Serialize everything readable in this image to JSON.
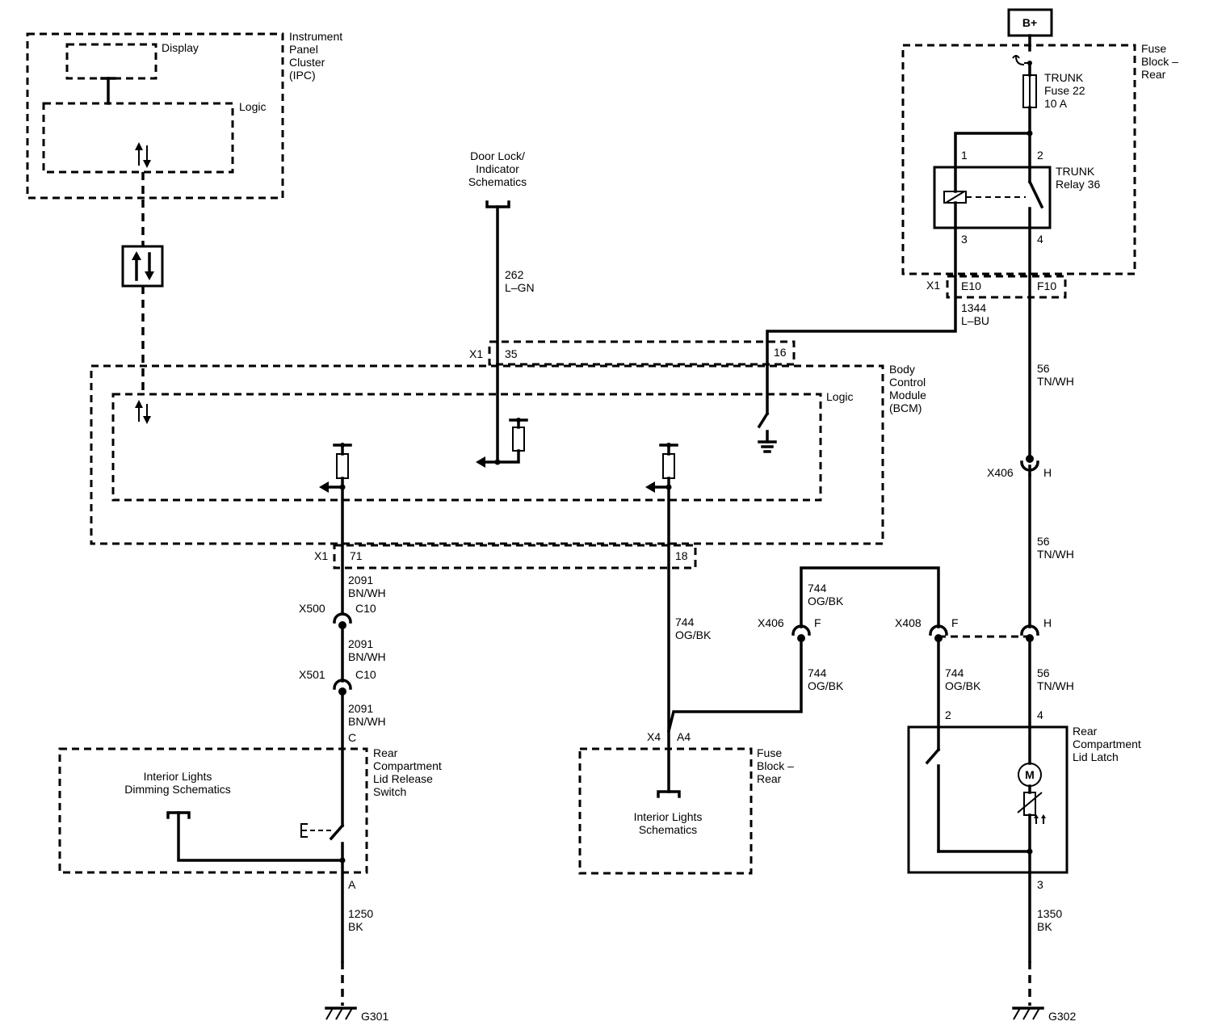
{
  "power": {
    "label": "B+"
  },
  "ipc": {
    "name": [
      "Instrument",
      "Panel",
      "Cluster",
      "(IPC)"
    ],
    "display_label": "Display",
    "logic_label": "Logic"
  },
  "door_lock": {
    "name": [
      "Door Lock/",
      "Indicator",
      "Schematics"
    ]
  },
  "bcm": {
    "name": [
      "Body",
      "Control",
      "Module",
      "(BCM)"
    ],
    "logic_label": "Logic"
  },
  "fuse_block_top": {
    "name": [
      "Fuse",
      "Block –",
      "Rear"
    ],
    "fuse_name": [
      "TRUNK",
      "Fuse 22",
      "10 A"
    ],
    "relay_name": [
      "TRUNK",
      "Relay 36"
    ],
    "relay_pins": {
      "p1": "1",
      "p2": "2",
      "p3": "3",
      "p4": "4"
    }
  },
  "connectors": {
    "x1_relay": "X1",
    "e10": "E10",
    "f10": "F10",
    "x1_bcm_top": "X1",
    "pin35": "35",
    "pin16": "16",
    "x1_bcm_bottom": "X1",
    "pin71": "71",
    "pin18": "18",
    "x406_top": "X406",
    "x406_top_pin": "H",
    "x500": "X500",
    "x500_pin": "C10",
    "x501": "X501",
    "x501_pin": "C10",
    "x406_left": "X406",
    "x406_left_pin": "F",
    "x408_a": "X408",
    "x408_a_pin": "F",
    "x408_b_pin": "H",
    "x4": "X4",
    "x4_pin": "A4"
  },
  "wires": {
    "w262": [
      "262",
      "L–GN"
    ],
    "w1344": [
      "1344",
      "L–BU"
    ],
    "w56_a": [
      "56",
      "TN/WH"
    ],
    "w56_b": [
      "56",
      "TN/WH"
    ],
    "w56_c": [
      "56",
      "TN/WH"
    ],
    "w2091_a": [
      "2091",
      "BN/WH"
    ],
    "w2091_b": [
      "2091",
      "BN/WH"
    ],
    "w2091_c": [
      "2091",
      "BN/WH"
    ],
    "w744_a": [
      "744",
      "OG/BK"
    ],
    "w744_b": [
      "744",
      "OG/BK"
    ],
    "w744_c": [
      "744",
      "OG/BK"
    ],
    "w744_d": [
      "744",
      "OG/BK"
    ],
    "w1250": [
      "1250",
      "BK"
    ],
    "w1350": [
      "1350",
      "BK"
    ]
  },
  "switch": {
    "pin_top": "C",
    "name": [
      "Rear",
      "Compartment",
      "Lid Release",
      "Switch"
    ],
    "pin_bottom": "A"
  },
  "dimming": {
    "name": [
      "Interior Lights",
      "Dimming Schematics"
    ]
  },
  "fuse_block_bottom": {
    "name": [
      "Fuse",
      "Block –",
      "Rear"
    ]
  },
  "interior_lights": {
    "name": [
      "Interior Lights",
      "Schematics"
    ]
  },
  "latch": {
    "name": [
      "Rear",
      "Compartment",
      "Lid Latch"
    ],
    "pin2": "2",
    "pin4": "4",
    "pin3": "3",
    "motor": "M"
  },
  "grounds": {
    "g301": "G301",
    "g302": "G302"
  }
}
